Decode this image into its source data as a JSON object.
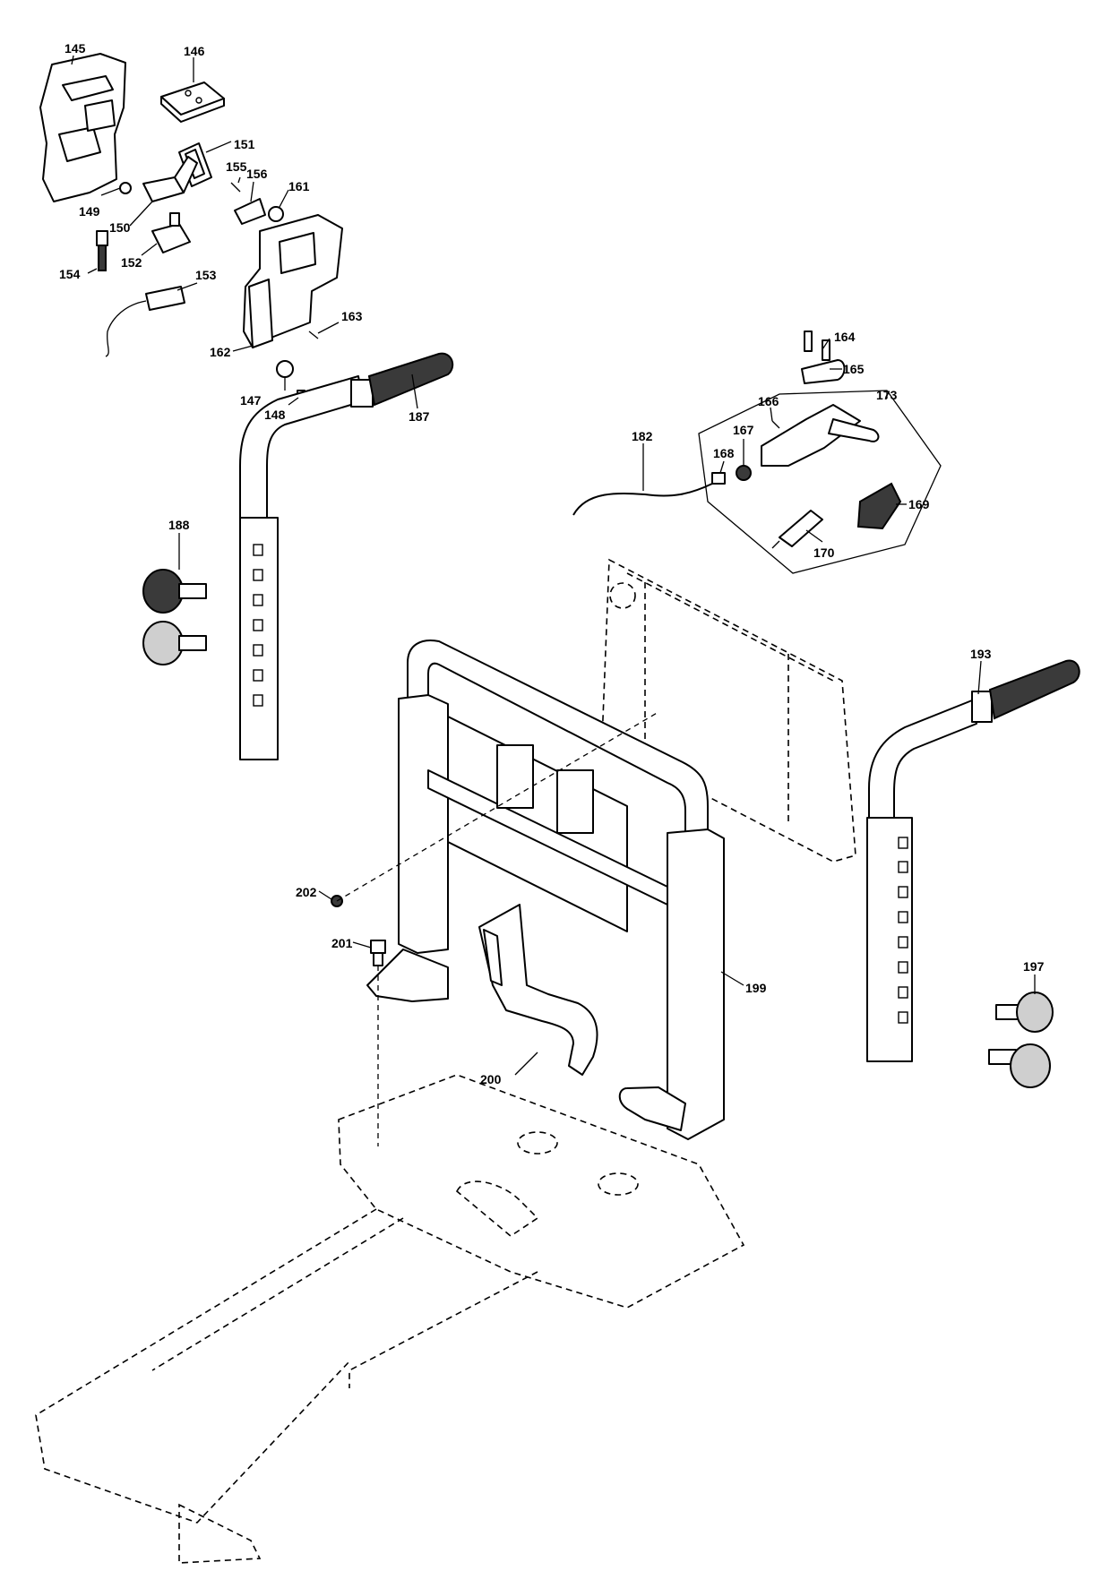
{
  "diagram": {
    "callouts": [
      {
        "id": "c145",
        "label": "145"
      },
      {
        "id": "c146",
        "label": "146"
      },
      {
        "id": "c151",
        "label": "151"
      },
      {
        "id": "c155",
        "label": "155"
      },
      {
        "id": "c156",
        "label": "156"
      },
      {
        "id": "c161",
        "label": "161"
      },
      {
        "id": "c149",
        "label": "149"
      },
      {
        "id": "c150",
        "label": "150"
      },
      {
        "id": "c154",
        "label": "154"
      },
      {
        "id": "c152",
        "label": "152"
      },
      {
        "id": "c153",
        "label": "153"
      },
      {
        "id": "c163",
        "label": "163"
      },
      {
        "id": "c162",
        "label": "162"
      },
      {
        "id": "c164",
        "label": "164"
      },
      {
        "id": "c165",
        "label": "165"
      },
      {
        "id": "c173",
        "label": "173"
      },
      {
        "id": "c166",
        "label": "166"
      },
      {
        "id": "c167",
        "label": "167"
      },
      {
        "id": "c182",
        "label": "182"
      },
      {
        "id": "c168",
        "label": "168"
      },
      {
        "id": "c169",
        "label": "169"
      },
      {
        "id": "c170",
        "label": "170"
      },
      {
        "id": "c147",
        "label": "147"
      },
      {
        "id": "c148",
        "label": "148"
      },
      {
        "id": "c187",
        "label": "187"
      },
      {
        "id": "c188",
        "label": "188"
      },
      {
        "id": "c193",
        "label": "193"
      },
      {
        "id": "c202",
        "label": "202"
      },
      {
        "id": "c201",
        "label": "201"
      },
      {
        "id": "c199",
        "label": "199"
      },
      {
        "id": "c200",
        "label": "200"
      },
      {
        "id": "c197",
        "label": "197"
      }
    ]
  }
}
